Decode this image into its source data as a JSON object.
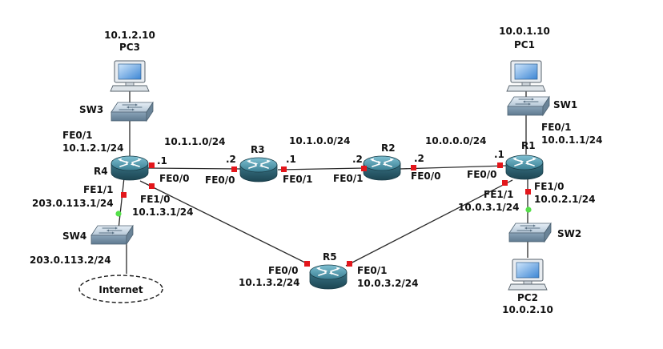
{
  "colors": {
    "port": "#e3161b",
    "port_up": "#55e04a",
    "router": "#3d7f93",
    "switch": "#9ab3c6"
  },
  "devices": {
    "pc3": {
      "ip": "10.1.2.10",
      "name": "PC3"
    },
    "pc1": {
      "ip": "10.0.1.10",
      "name": "PC1"
    },
    "pc2": {
      "ip": "10.0.2.10",
      "name": "PC2"
    },
    "sw3": {
      "name": "SW3"
    },
    "sw1": {
      "name": "SW1"
    },
    "sw2": {
      "name": "SW2"
    },
    "sw4": {
      "name": "SW4"
    },
    "r1": {
      "name": "R1"
    },
    "r2": {
      "name": "R2"
    },
    "r3": {
      "name": "R3"
    },
    "r4": {
      "name": "R4"
    },
    "r5": {
      "name": "R5"
    },
    "internet": {
      "name": "Internet"
    }
  },
  "subnets": {
    "r4_r3": "10.1.1.0/24",
    "r3_r2": "10.1.0.0/24",
    "r2_r1": "10.0.0.0/24"
  },
  "interfaces": {
    "r4_fe01_port": "FE0/1",
    "r4_fe01_ip": "10.1.2.1/24",
    "r4_fe00_host": ".1",
    "r4_fe00_port": "FE0/0",
    "r4_fe10_port": "FE1/0",
    "r4_fe10_ip": "10.1.3.1/24",
    "r4_fe11_port": "FE1/1",
    "r4_fe11_ip": "203.0.113.1/24",
    "sw4_ip": "203.0.113.2/24",
    "r3_fe00_host": ".2",
    "r3_fe00_port": "FE0/0",
    "r3_fe01_host": ".1",
    "r3_fe01_port": "FE0/1",
    "r2_fe01_host": ".2",
    "r2_fe01_port": "FE0/1",
    "r2_fe00_host": ".2",
    "r2_fe00_port": "FE0/0",
    "r1_fe00_host": ".1",
    "r1_fe00_port": "FE0/0",
    "r1_fe01_port": "FE0/1",
    "r1_fe01_ip": "10.0.1.1/24",
    "r1_fe10_port": "FE1/0",
    "r1_fe10_ip": "10.0.2.1/24",
    "r1_fe11_port": "FE1/1",
    "r1_fe11_ip": "10.0.3.1/24",
    "r5_fe00_port": "FE0/0",
    "r5_fe00_ip": "10.1.3.2/24",
    "r5_fe01_port": "FE0/1",
    "r5_fe01_ip": "10.0.3.2/24"
  }
}
